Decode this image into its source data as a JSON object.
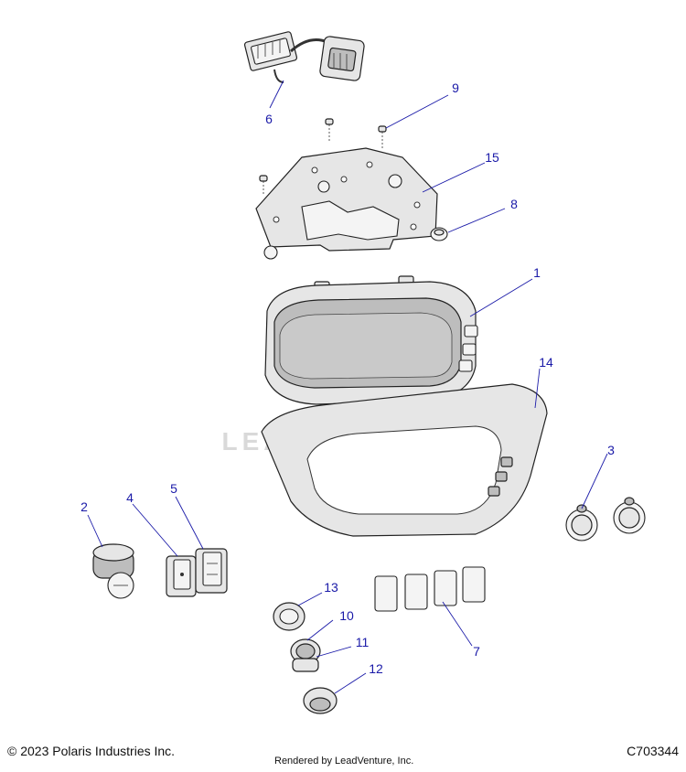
{
  "watermark": "LEADVENTURE",
  "callouts": [
    {
      "id": "c1",
      "label": "1"
    },
    {
      "id": "c2",
      "label": "2"
    },
    {
      "id": "c3",
      "label": "3"
    },
    {
      "id": "c4",
      "label": "4"
    },
    {
      "id": "c5",
      "label": "5"
    },
    {
      "id": "c6",
      "label": "6"
    },
    {
      "id": "c7",
      "label": "7"
    },
    {
      "id": "c8",
      "label": "8"
    },
    {
      "id": "c9",
      "label": "9"
    },
    {
      "id": "c10",
      "label": "10"
    },
    {
      "id": "c11",
      "label": "11"
    },
    {
      "id": "c12",
      "label": "12"
    },
    {
      "id": "c13",
      "label": "13"
    },
    {
      "id": "c14",
      "label": "14"
    },
    {
      "id": "c15",
      "label": "15"
    }
  ],
  "footer": {
    "copyright": "© 2023 Polaris Industries Inc.",
    "rendered_by": "Rendered by LeadVenture, Inc.",
    "diagram_id": "C703344"
  },
  "colors": {
    "callout": "#1a1aa8",
    "line": "#222222",
    "watermark": "#d9d9d9"
  }
}
